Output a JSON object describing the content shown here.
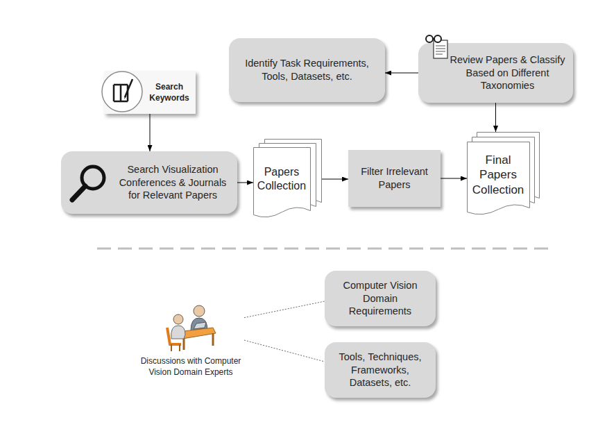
{
  "diagram": {
    "nodes": [
      {
        "text": [
          "Search Keywords"
        ]
      },
      {
        "text": [
          "Identify Task Requirements, Tools, Datasets, etc."
        ]
      },
      {
        "text": [
          "Review Papers & Classify Based on Different Taxonomies"
        ]
      },
      {
        "text": [
          "Search Visualization Conferences & Journals for Relevant Papers"
        ]
      },
      {
        "text": [
          "Papers Collection"
        ]
      },
      {
        "text": [
          "Filter Irrelevant Papers"
        ]
      },
      {
        "text": [
          "Final Papers Collection"
        ]
      },
      {
        "text": [
          "Discussions with Computer Vision Domain Experts"
        ]
      },
      {
        "text": [
          "Computer Vision Domain Requirements"
        ]
      },
      {
        "text": [
          "Tools, Techniques, Frameworks, Datasets, etc."
        ]
      }
    ],
    "edges": [
      {
        "from": 0,
        "to": 3,
        "arrow": "to"
      },
      {
        "from": 3,
        "to": 4,
        "arrow": "to"
      },
      {
        "from": 4,
        "to": 5,
        "arrow": "to"
      },
      {
        "from": 5,
        "to": 6,
        "arrow": "to"
      },
      {
        "from": 2,
        "to": 1,
        "arrow": "to"
      },
      {
        "from": 2,
        "to": 6,
        "arrow": "to"
      },
      {
        "from": 7,
        "to": 8,
        "arrow": "none"
      },
      {
        "from": 7,
        "to": 9,
        "arrow": "none"
      }
    ]
  }
}
